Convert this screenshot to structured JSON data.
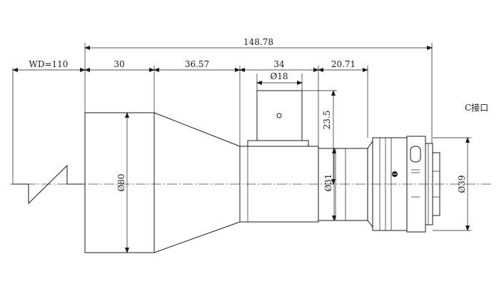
{
  "dimensions": {
    "overall": "148.78",
    "wd": "WD=110",
    "d1": "30",
    "d2": "36.57",
    "d3": "34",
    "d4": "20.71",
    "dia18": "Ø18",
    "h235": "23.5",
    "dia80": "Ø80",
    "dia31": "Ø31",
    "dia39": "Ø39"
  },
  "labels": {
    "mount": "C接口"
  }
}
